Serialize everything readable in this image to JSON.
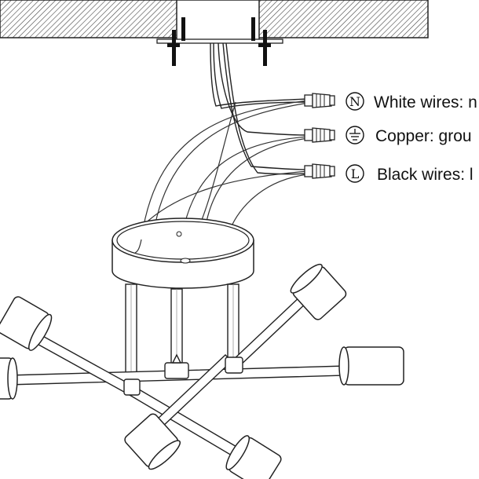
{
  "diagram": {
    "legend": [
      {
        "symbol": "N",
        "text": "White wires: n"
      },
      {
        "symbol": "",
        "text": "Copper: grou"
      },
      {
        "symbol": "L",
        "text": "Black wires: l"
      }
    ],
    "icons": [
      "neutral-icon",
      "ground-icon",
      "live-icon"
    ]
  }
}
